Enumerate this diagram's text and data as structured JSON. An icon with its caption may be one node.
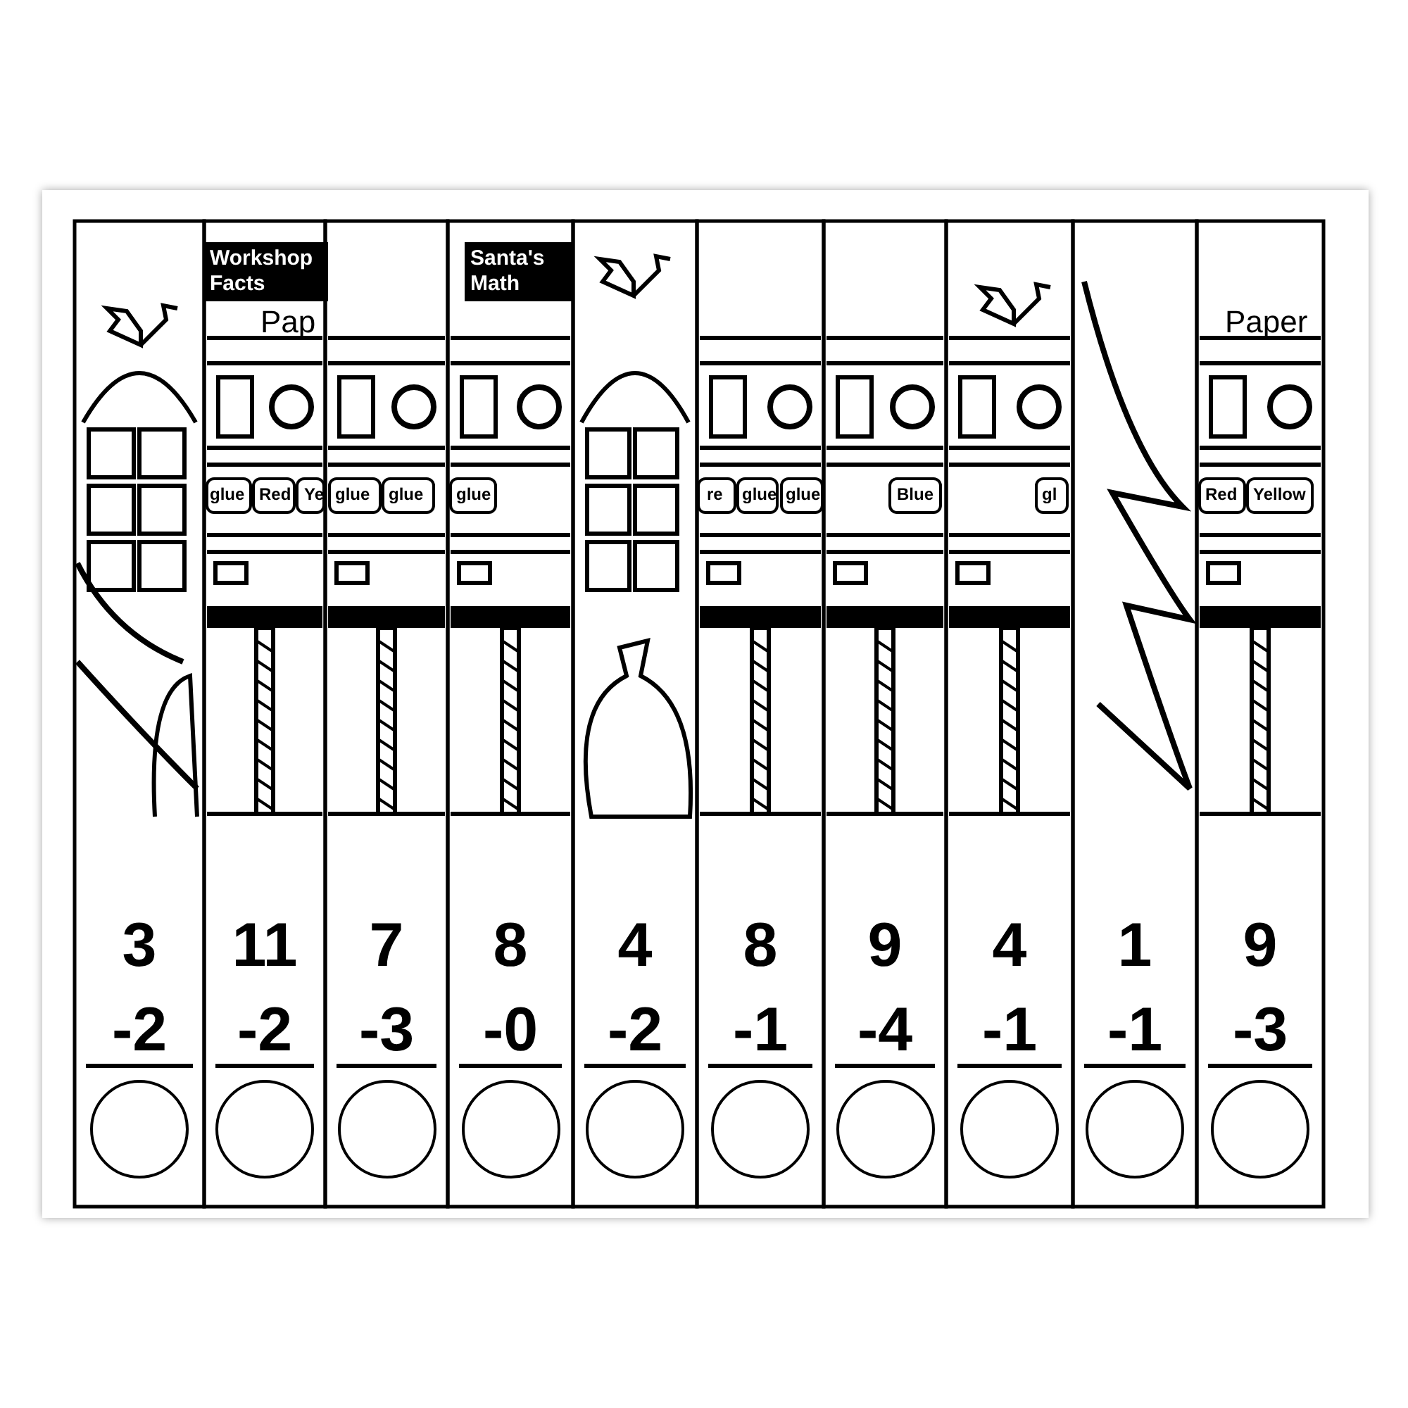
{
  "diagram": {
    "labels": [
      "Workshop Facts",
      "Santa's Math",
      "Pap",
      "Paper",
      "glue",
      "Red",
      "Ye",
      "glue",
      "glue",
      "glue",
      "re",
      "glue",
      "glue",
      "Blue",
      "gl",
      "Red",
      "Yellow",
      "3",
      "11",
      "7",
      "8",
      "4",
      "8",
      "9",
      "4",
      "1",
      "9",
      "-2",
      "-2",
      "-3",
      "-0",
      "-2",
      "-1",
      "-4",
      "-1",
      "-1",
      "-3"
    ]
  }
}
